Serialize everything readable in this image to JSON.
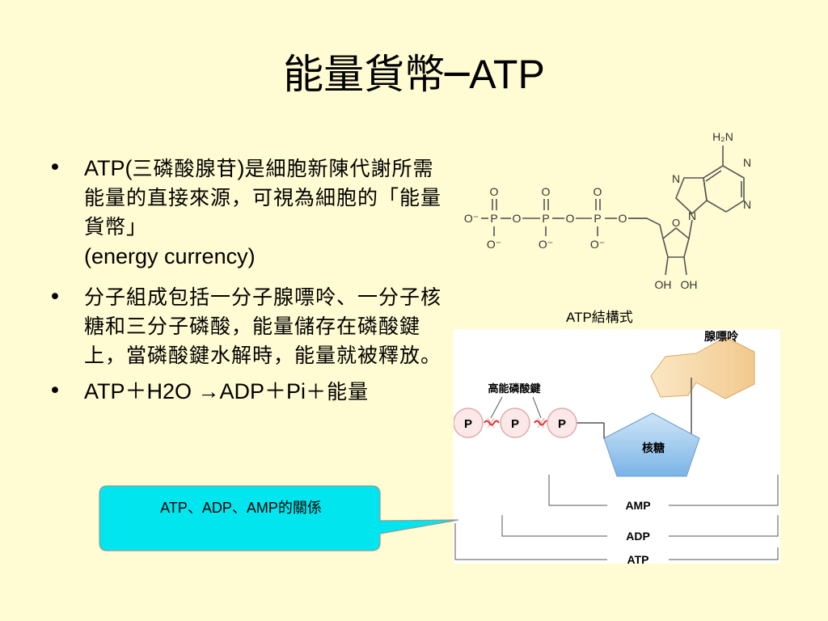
{
  "slide": {
    "title_zh": "能量貨幣",
    "title_dash": "─",
    "title_en": "ATP",
    "bullets": {
      "b1": {
        "part1": "ATP(",
        "part2": "三磷酸腺苷",
        "part3": ")",
        "part4": "是細胞新陳代謝所需能量的直接來源，可視為細胞的「能量貨幣」",
        "part5": "(energy currency)"
      },
      "b2": {
        "text": "分子組成包括一分子腺嘌呤、一分子核糖和三分子磷酸，能量儲存在磷酸鍵上，當磷酸鍵水解時，能量就被釋放。"
      },
      "b3": {
        "part1": "ATP＋H2O →ADP＋Pi",
        "part2": "＋能量"
      }
    }
  },
  "structure": {
    "caption": "ATP結構式",
    "atoms": {
      "nh2": "H₂N",
      "n": "N",
      "o": "O",
      "o_minus": "O⁻",
      "p": "P",
      "oh": "OH"
    }
  },
  "diagram": {
    "adenine_label": "腺嘌呤",
    "bond_label": "高能磷酸鍵",
    "ribose_label": "核糖",
    "phosphate_label": "P",
    "amp_label": "AMP",
    "adp_label": "ADP",
    "atp_label": "ATP"
  },
  "callout": {
    "text": "ATP、ADP、AMP的關係"
  },
  "colors": {
    "background": "#fffbd2",
    "callout_fill": "#00e5ee",
    "callout_border": "#999999",
    "phosphate_fill": "#fce8e8",
    "bond_wave": "#dd3333",
    "ribose_fill": "#7ab4e6",
    "adenine_fill": "#f2c98e"
  }
}
